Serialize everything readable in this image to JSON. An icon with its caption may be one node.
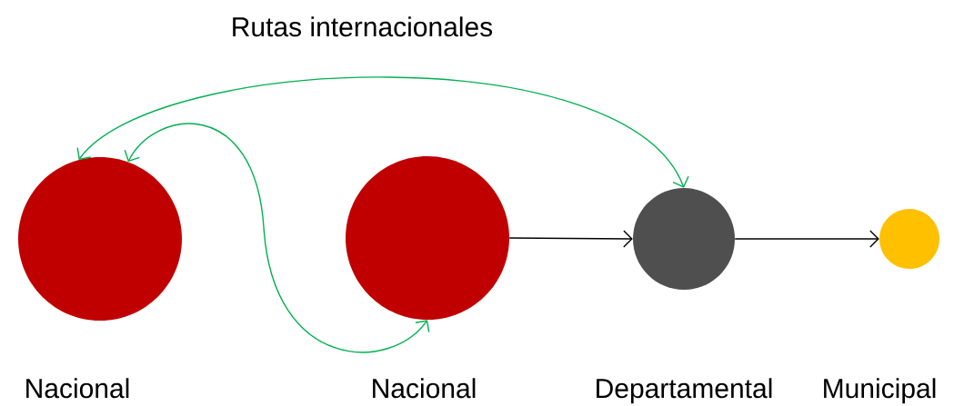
{
  "diagram": {
    "title": "Rutas internacionales",
    "nodes": [
      {
        "text": [],
        "shape": "circle",
        "beside": [
          "Nacional"
        ]
      },
      {
        "text": [],
        "shape": "circle",
        "beside": [
          "Nacional"
        ]
      },
      {
        "text": [],
        "shape": "circle",
        "beside": [
          "Departamental"
        ]
      },
      {
        "text": [],
        "shape": "circle",
        "beside": [
          "Municipal"
        ]
      }
    ],
    "edges": [
      {
        "from": 0,
        "to": 2,
        "arrow": "both",
        "color": "#00b050"
      },
      {
        "from": 0,
        "to": 1,
        "arrow": "both",
        "color": "#00b050"
      },
      {
        "from": 1,
        "to": 2,
        "arrow": "to",
        "color": "#000000"
      },
      {
        "from": 2,
        "to": 3,
        "arrow": "to",
        "color": "#000000"
      }
    ]
  }
}
